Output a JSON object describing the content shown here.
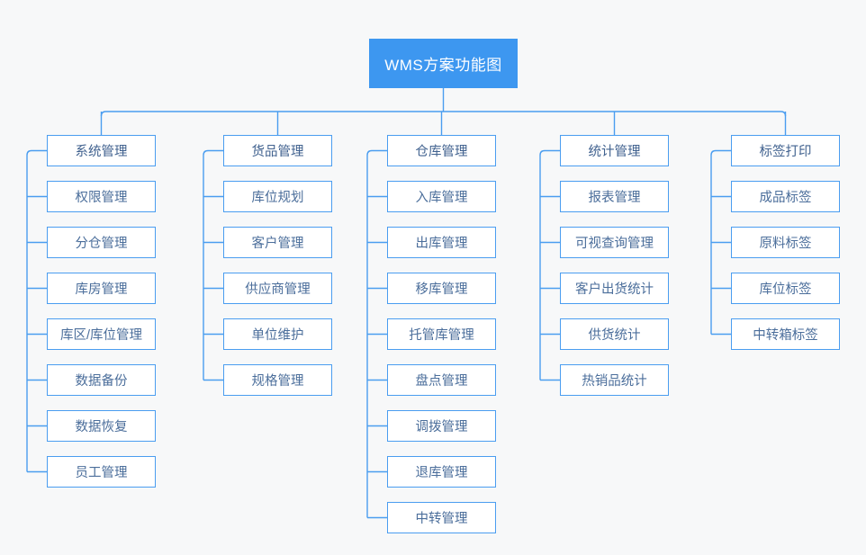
{
  "diagram": {
    "type": "tree",
    "title": "WMS方案功能图",
    "root": {
      "label": "WMS方案功能图",
      "fill_color": "#3d97f0",
      "text_color": "#ffffff"
    },
    "theme": {
      "page_background": "#f7f8f9",
      "node_background": "#ffffff",
      "node_border_color": "#4a9df0",
      "node_text_color": "#4b6e9b",
      "connector_color": "#4a9df0"
    },
    "columns": [
      {
        "head": "系统管理",
        "children": [
          "权限管理",
          "分仓管理",
          "库房管理",
          "库区/库位管理",
          "数据备份",
          "数据恢复",
          "员工管理"
        ]
      },
      {
        "head": "货品管理",
        "children": [
          "库位规划",
          "客户管理",
          "供应商管理",
          "单位维护",
          "规格管理"
        ]
      },
      {
        "head": "仓库管理",
        "children": [
          "入库管理",
          "出库管理",
          "移库管理",
          "托管库管理",
          "盘点管理",
          "调拨管理",
          "退库管理",
          "中转管理"
        ]
      },
      {
        "head": "统计管理",
        "children": [
          "报表管理",
          "可视查询管理",
          "客户出货统计",
          "供货统计",
          "热销品统计"
        ]
      },
      {
        "head": "标签打印",
        "children": [
          "成品标签",
          "原料标签",
          "库位标签",
          "中转箱标签"
        ]
      }
    ]
  }
}
